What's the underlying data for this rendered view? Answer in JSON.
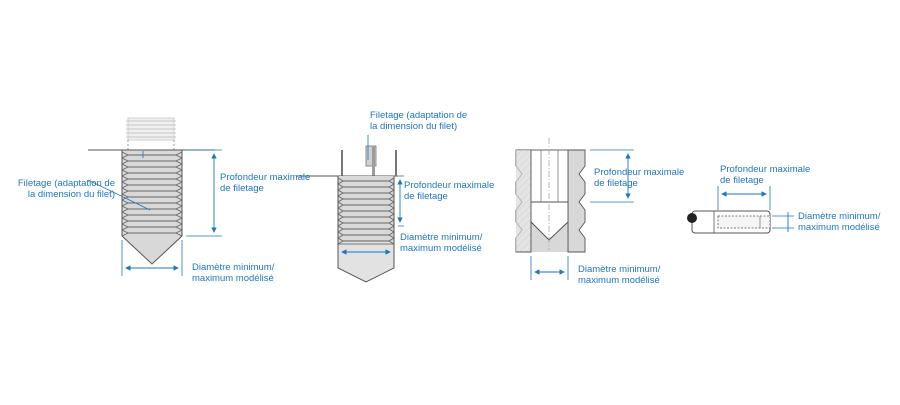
{
  "colors": {
    "accent": "#1f76c0",
    "line": "#555555",
    "fill": "#d8d8d8",
    "hatch": "#bdbdbd"
  },
  "fig1": {
    "thread_label": [
      "Filetage (adaptation de",
      "la dimension du filet)"
    ],
    "depth_label": [
      "Profondeur maximale",
      "de filetage"
    ],
    "diameter_label": [
      "Diamètre minimum/",
      "maximum modélisé"
    ]
  },
  "fig2": {
    "thread_label": [
      "Filetage (adaptation de",
      "la dimension du filet)"
    ],
    "depth_label": [
      "Profondeur maximale",
      "de filetage"
    ],
    "diameter_label": [
      "Diamètre minimum/",
      "maximum modélisé"
    ]
  },
  "fig3": {
    "depth_label": [
      "Profondeur maximale",
      "de filetage"
    ],
    "diameter_label": [
      "Diamètre minimum/",
      "maximum modélisé"
    ]
  },
  "fig4": {
    "depth_label": [
      "Profondeur maximale",
      "de filetage"
    ],
    "diameter_label": [
      "Diamètre minimum/",
      "maximum modélisé"
    ]
  }
}
